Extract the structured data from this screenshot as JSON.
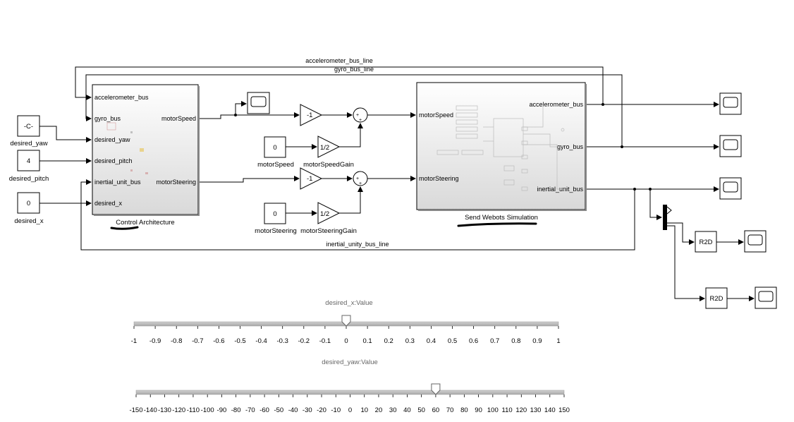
{
  "signals": {
    "accelerometer_line": "accelerometer_bus_line",
    "gyro_line": "gyro_bus_line",
    "inertial_line": "inertial_unity_bus_line"
  },
  "constants": {
    "yaw_value": "-C-",
    "yaw_label": "desired_yaw",
    "pitch_value": "4",
    "pitch_label": "desired_pitch",
    "x_value": "0",
    "x_label": "desired_x",
    "motor_speed_value": "0",
    "motor_speed_label": "motorSpeed",
    "motor_steering_value": "0",
    "motor_steering_label": "motorSteering"
  },
  "control": {
    "title": "Control Architecture",
    "inputs": [
      "accelerometer_bus",
      "gyro_bus",
      "desired_yaw",
      "desired_pitch",
      "inertial_unit_bus",
      "desired_x"
    ],
    "outputs": [
      "motorSpeed",
      "motorSteering"
    ]
  },
  "gains": {
    "neg1": "-1",
    "neg2": "-1",
    "half1": "1/2",
    "half1_label": "motorSpeedGain",
    "half2": "1/2",
    "half2_label": "motorSteeringGain"
  },
  "sims": {
    "title": "Send Webots Simulation",
    "inputs": [
      "motorSpeed",
      "motorSteering"
    ],
    "outputs": [
      "accelerometer_bus",
      "gyro_bus",
      "inertial_unit_bus"
    ]
  },
  "r2d": {
    "r2d1": "R2D",
    "r2d2": "R2D"
  },
  "sliders": {
    "x": {
      "title": "desired_x:Value",
      "value": 0,
      "min": -1,
      "max": 1,
      "ticks": [
        "-1",
        "-0.9",
        "-0.8",
        "-0.7",
        "-0.6",
        "-0.5",
        "-0.4",
        "-0.3",
        "-0.2",
        "-0.1",
        "0",
        "0.1",
        "0.2",
        "0.3",
        "0.4",
        "0.5",
        "0.6",
        "0.7",
        "0.8",
        "0.9",
        "1"
      ]
    },
    "yaw": {
      "title": "desired_yaw:Value",
      "value": 60,
      "min": -150,
      "max": 150,
      "ticks": [
        "-150",
        "-140",
        "-130",
        "-120",
        "-110",
        "-100",
        "-90",
        "-80",
        "-70",
        "-60",
        "-50",
        "-40",
        "-30",
        "-20",
        "-10",
        "0",
        "10",
        "20",
        "30",
        "40",
        "50",
        "60",
        "70",
        "80",
        "90",
        "100",
        "110",
        "120",
        "130",
        "140",
        "150"
      ]
    }
  }
}
